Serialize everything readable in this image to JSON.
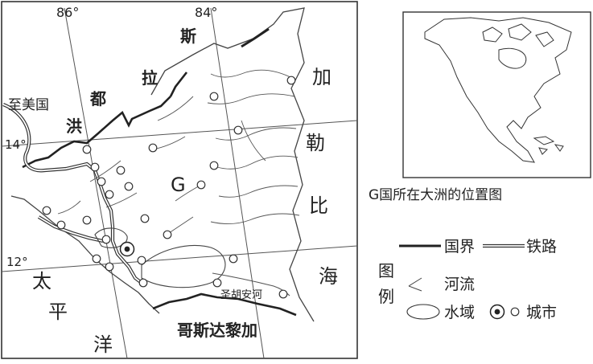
{
  "map": {
    "longitudes": [
      "86°",
      "84°"
    ],
    "latitudes": [
      "14°",
      "12°"
    ],
    "country_label": "G",
    "neighbors": {
      "honduras": [
        "洪",
        "都",
        "拉",
        "斯"
      ],
      "costa_rica": "哥斯达黎加"
    },
    "seas": {
      "caribbean": [
        "加",
        "勒",
        "比",
        "海"
      ],
      "pacific": [
        "太",
        "平",
        "洋"
      ]
    },
    "to_usa": "至美国",
    "river_name": "圣胡安河"
  },
  "inset": {
    "caption": "G国所在大洲的位置图"
  },
  "legend": {
    "title": [
      "图",
      "例"
    ],
    "border": "国界",
    "railway": "铁路",
    "river": "河流",
    "water": "水域",
    "city": "城市"
  }
}
